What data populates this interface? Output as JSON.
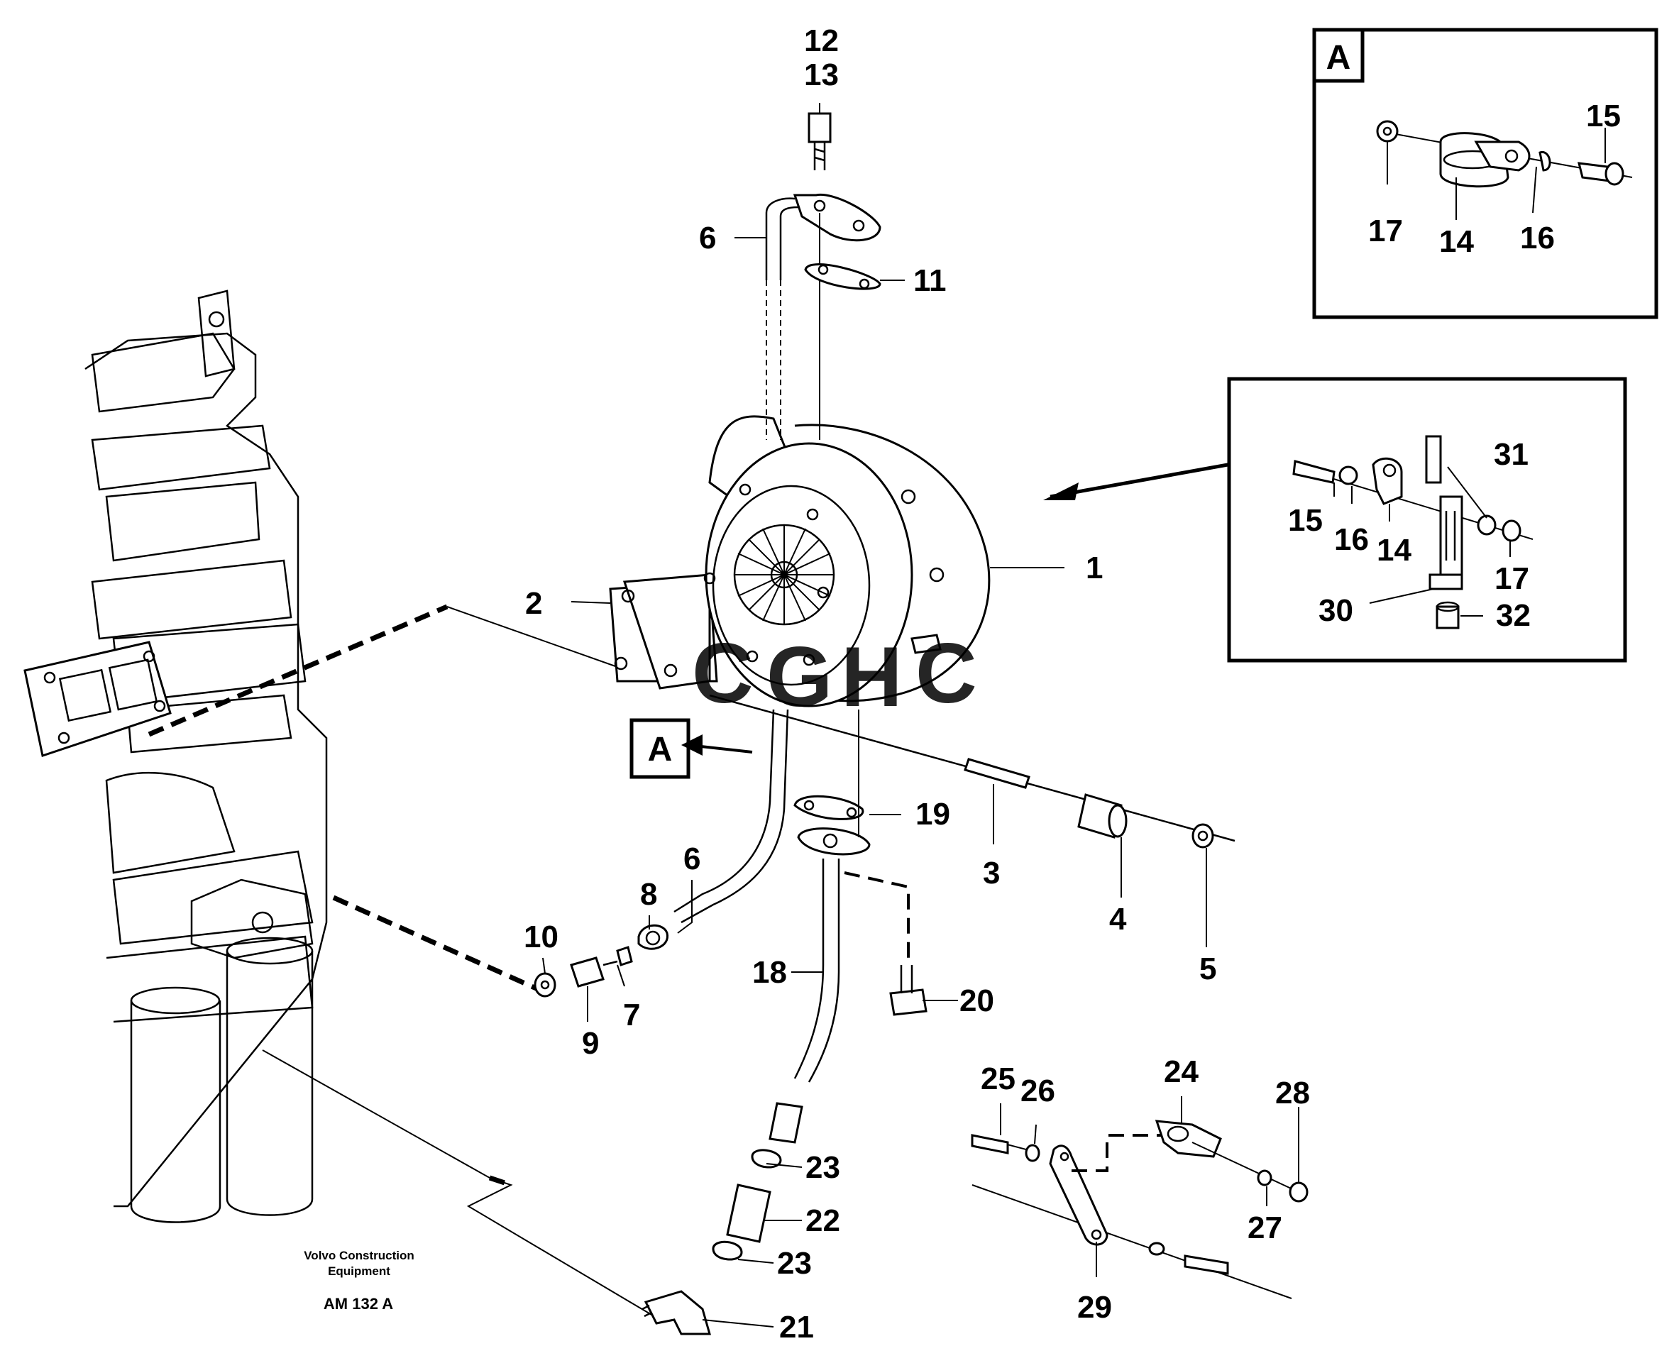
{
  "part_numbers": [
    "1",
    "2",
    "3",
    "4",
    "5",
    "6",
    "6",
    "7",
    "8",
    "9",
    "10",
    "11",
    "12",
    "13",
    "18",
    "19",
    "20",
    "21",
    "22",
    "23",
    "23",
    "24",
    "25",
    "26",
    "27",
    "28",
    "29"
  ],
  "inset_a": {
    "label": "A",
    "part_numbers": [
      "15",
      "17",
      "14",
      "16"
    ]
  },
  "inset_b": {
    "part_numbers": [
      "31",
      "15",
      "16",
      "14",
      "17",
      "30",
      "32"
    ]
  },
  "view_marker_label": "A",
  "watermark": "CGHC",
  "watermark_colors": [
    "#4a86e8",
    "#f4b400",
    "#e06060",
    "#2e9e6e"
  ],
  "footer": {
    "company_line1": "Volvo Construction",
    "company_line2": "Equipment",
    "drawing_ref": "AM 132 A"
  }
}
